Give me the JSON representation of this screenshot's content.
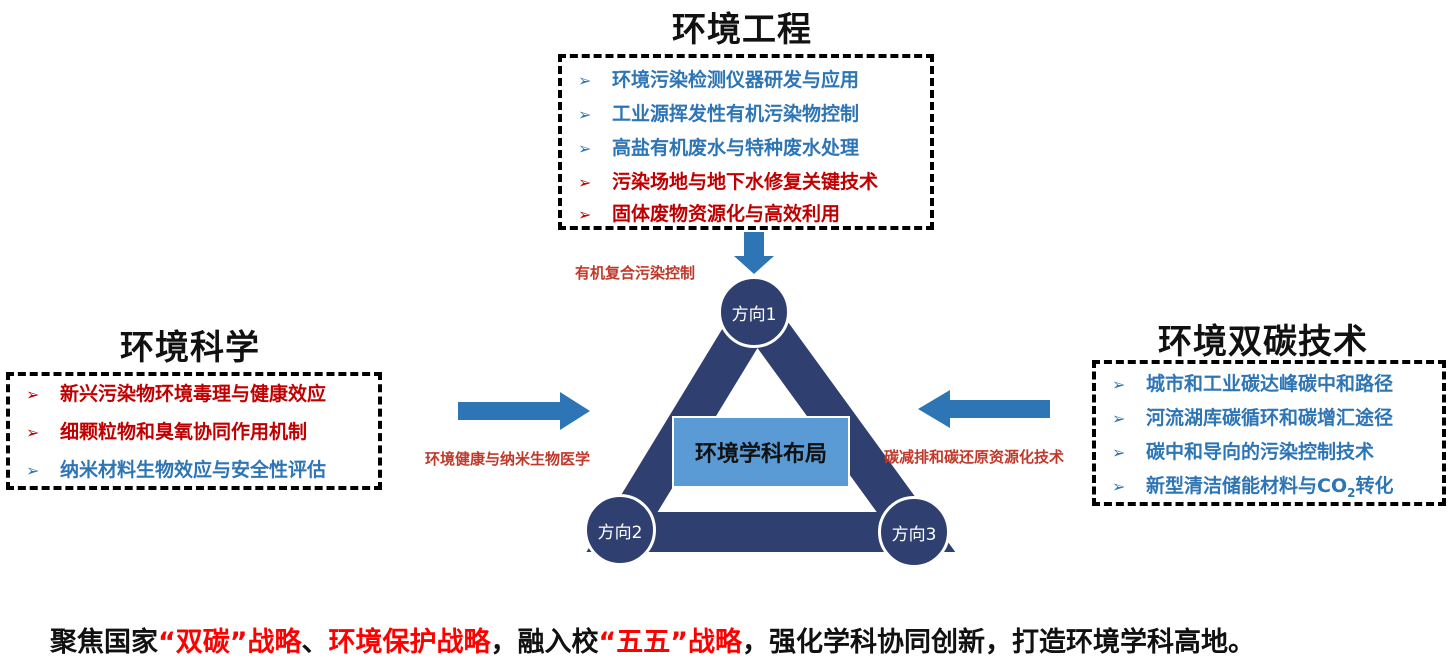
{
  "colors": {
    "blue_text": "#2e75b6",
    "red_text": "#c00000",
    "arrow_blue": "#2e75b6",
    "triangle_navy": "#2f3f6f",
    "center_box": "#5b9bd5"
  },
  "top": {
    "heading": "环境工程",
    "items": [
      {
        "text": "环境污染检测仪器研发与应用",
        "color": "blue"
      },
      {
        "text": "工业源挥发性有机污染物控制",
        "color": "blue"
      },
      {
        "text": "高盐有机废水与特种废水处理",
        "color": "blue"
      },
      {
        "text": "污染场地与地下水修复关键技术",
        "color": "red"
      },
      {
        "text": "固体废物资源化与高效利用",
        "color": "red"
      }
    ],
    "caption": "有机复合污染控制"
  },
  "left": {
    "heading": "环境科学",
    "items": [
      {
        "text": "新兴污染物环境毒理与健康效应",
        "color": "red"
      },
      {
        "text": "细颗粒物和臭氧协同作用机制",
        "color": "red"
      },
      {
        "text": "纳米材料生物效应与安全性评估",
        "color": "blue"
      }
    ],
    "caption": "环境健康与纳米生物医学"
  },
  "right": {
    "heading": "环境双碳技术",
    "items": [
      {
        "text": "城市和工业碳达峰碳中和路径",
        "color": "blue"
      },
      {
        "text": "河流湖库碳循环和碳增汇途径",
        "color": "blue"
      },
      {
        "text": "碳中和导向的污染控制技术",
        "color": "blue"
      },
      {
        "text": "新型清洁储能材料与CO",
        "sub": "2",
        "after": "转化",
        "color": "blue"
      }
    ],
    "caption": "碳减排和碳还原资源化技术"
  },
  "center": {
    "label": "环境学科布局",
    "nodes": [
      "方向1",
      "方向2",
      "方向3"
    ]
  },
  "footer": {
    "parts": [
      {
        "text": "聚焦国家",
        "hl": false
      },
      {
        "text": "“双碳”战略",
        "hl": true
      },
      {
        "text": "、",
        "hl": false
      },
      {
        "text": "环境保护战略",
        "hl": true
      },
      {
        "text": "，融入校",
        "hl": false
      },
      {
        "text": "“五五”战略",
        "hl": true
      },
      {
        "text": "，强化学科协同创新，打造环境学科高地。",
        "hl": false
      }
    ]
  }
}
